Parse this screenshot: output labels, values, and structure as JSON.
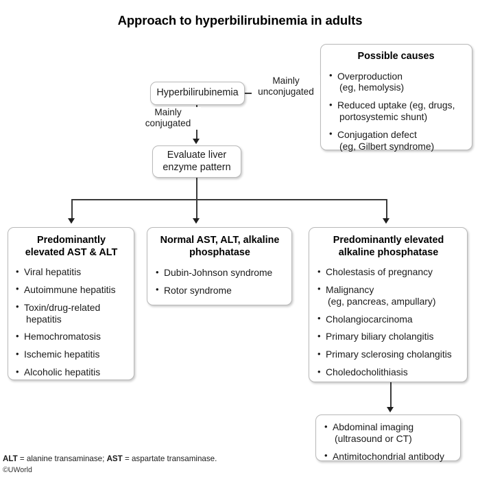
{
  "title": "Approach to hyperbilirubinemia in adults",
  "nodes": {
    "hyperbilirubinemia": {
      "label": "Hyperbilirubinemia"
    },
    "evaluate": {
      "line1": "Evaluate liver",
      "line2": "enzyme pattern"
    },
    "possible_causes": {
      "heading": "Possible causes",
      "items": [
        {
          "main": "Overproduction",
          "sub": "(eg, hemolysis)"
        },
        {
          "main": "Reduced uptake (eg, drugs,",
          "sub": "portosystemic shunt)"
        },
        {
          "main": "Conjugation defect",
          "sub": "(eg, Gilbert syndrome)"
        }
      ]
    },
    "ast_alt": {
      "heading_line1": "Predominantly",
      "heading_line2": "elevated AST & ALT",
      "items": [
        {
          "main": "Viral hepatitis",
          "sub": ""
        },
        {
          "main": "Autoimmune hepatitis",
          "sub": ""
        },
        {
          "main": "Toxin/drug-related",
          "sub": "hepatitis"
        },
        {
          "main": "Hemochromatosis",
          "sub": ""
        },
        {
          "main": "Ischemic hepatitis",
          "sub": ""
        },
        {
          "main": "Alcoholic hepatitis",
          "sub": ""
        }
      ]
    },
    "normal": {
      "heading_line1": "Normal AST, ALT, alkaline",
      "heading_line2": "phosphatase",
      "items": [
        {
          "main": "Dubin-Johnson syndrome",
          "sub": ""
        },
        {
          "main": "Rotor syndrome",
          "sub": ""
        }
      ]
    },
    "alp": {
      "heading_line1": "Predominantly elevated",
      "heading_line2": "alkaline phosphatase",
      "items": [
        {
          "main": "Cholestasis of pregnancy",
          "sub": ""
        },
        {
          "main": "Malignancy",
          "sub": "(eg, pancreas, ampullary)"
        },
        {
          "main": "Cholangiocarcinoma",
          "sub": ""
        },
        {
          "main": "Primary biliary cholangitis",
          "sub": ""
        },
        {
          "main": "Primary sclerosing cholangitis",
          "sub": ""
        },
        {
          "main": "Choledocholithiasis",
          "sub": ""
        }
      ]
    },
    "workup": {
      "items": [
        {
          "main": "Abdominal imaging",
          "sub": "(ultrasound or CT)"
        },
        {
          "main": "Antimitochondrial antibody",
          "sub": ""
        }
      ]
    }
  },
  "edges": {
    "unconjugated_line1": "Mainly",
    "unconjugated_line2": "unconjugated",
    "conjugated_line1": "Mainly",
    "conjugated_line2": "conjugated"
  },
  "footnote": {
    "abbr1": "ALT",
    "text1": " = alanine transaminase; ",
    "abbr2": "AST",
    "text2": " = aspartate transaminase.",
    "copyright": "©UWorld"
  },
  "colors": {
    "background": "#ffffff",
    "text": "#1a1a1a",
    "box_border": "#b9b9b9",
    "connector": "#3a3a3a"
  }
}
